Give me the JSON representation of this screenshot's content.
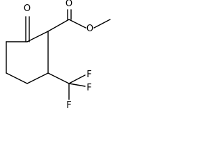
{
  "molecule": {
    "atoms": {
      "ketone_oxygen": "O",
      "ester_carbonyl_oxygen": "O",
      "ester_ether_oxygen": "O",
      "fluorine_1": "F",
      "fluorine_2": "F",
      "fluorine_3": "F"
    }
  },
  "colors": {
    "bond": "#000000",
    "label": "#000000",
    "background": "#ffffff"
  }
}
